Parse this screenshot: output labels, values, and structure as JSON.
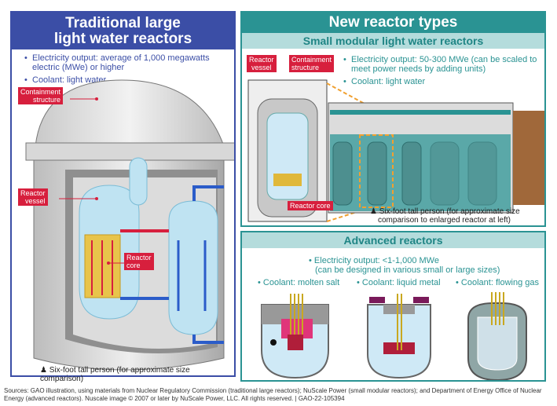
{
  "left_panel": {
    "title_line1": "Traditional large",
    "title_line2": "light water reactors",
    "bullets": [
      "Electricity output: average of 1,000 megawatts electric (MWe) or higher",
      "Coolant: light water"
    ],
    "labels": {
      "containment_line1": "Containment",
      "containment_line2": "structure",
      "vessel_line1": "Reactor",
      "vessel_line2": "vessel",
      "core_line1": "Reactor",
      "core_line2": "core"
    },
    "person_note": "Six-foot tall person (for approximate size comparison)"
  },
  "right_panel": {
    "title": "New reactor types",
    "smr": {
      "subtitle": "Small modular light water reactors",
      "bullets": [
        "Electricity output: 50-300 MWe (can be scaled to meet power needs by adding units)",
        "Coolant: light water"
      ],
      "labels": {
        "vessel_line1": "Reactor",
        "vessel_line2": "vessel",
        "containment_line1": "Containment",
        "containment_line2": "structure",
        "core": "Reactor core"
      },
      "person_note_line1": "Six-foot tall person (for approximate size",
      "person_note_line2": "comparison to enlarged reactor at left)"
    },
    "advanced": {
      "subtitle": "Advanced reactors",
      "output_line1": "Electricity output: <1-1,000 MWe",
      "output_line2": "(can be designed in various small or large sizes)",
      "coolants": [
        "Coolant: molten salt",
        "Coolant: liquid metal",
        "Coolant: flowing gas"
      ]
    }
  },
  "sources": {
    "line1": "Sources: GAO illustration, using materials from Nuclear Regulatory Commission (traditional large reactors); NuScale Power (small modular reactors); and Department of Energy Office of Nuclear",
    "line2": "Energy (advanced reactors). Nuscale image © 2007 or later by NuScale Power, LLC. All rights reserved.  |  GAO-22-105394"
  },
  "colors": {
    "left_accent": "#3b4ea6",
    "right_accent": "#2a9393",
    "label_red": "#d71f3d"
  }
}
